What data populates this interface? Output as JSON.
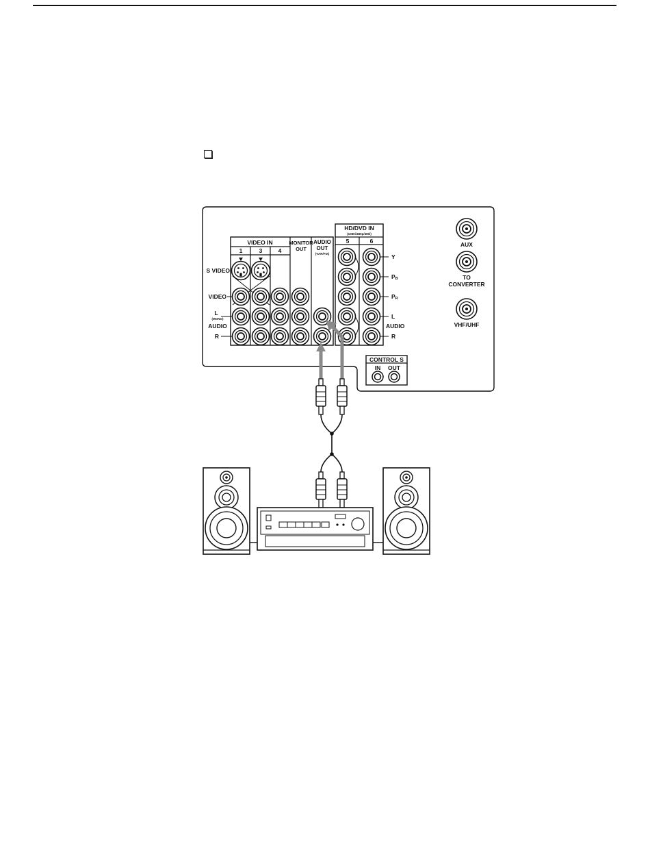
{
  "panel": {
    "video_in_header": "VIDEO IN",
    "video_in_inputs": [
      "1",
      "3",
      "4"
    ],
    "monitor_out": [
      "MONITOR",
      "OUT"
    ],
    "audio_out": [
      "AUDIO",
      "OUT",
      "(VAR/FIX)"
    ],
    "row_labels": {
      "s_video": "S VIDEO",
      "video": "VIDEO",
      "left": "L",
      "mono": "(MONO)",
      "audio": "AUDIO",
      "right": "R"
    },
    "hd_dvd_header": "HD/DVD IN",
    "hd_dvd_sub": "(1080i/480p/480i)",
    "hd_dvd_inputs": [
      "5",
      "6"
    ],
    "component_labels": {
      "y": "Y",
      "pb": "P",
      "pb_sub": "B",
      "pr": "P",
      "pr_sub": "R",
      "left": "L",
      "audio": "AUDIO",
      "right": "R"
    },
    "aux": "AUX",
    "to_converter": [
      "TO",
      "CONVERTER"
    ],
    "vhf_uhf": "VHF/UHF",
    "control_s": {
      "title": "CONTROL S",
      "in": "IN",
      "out": "OUT"
    }
  },
  "colors": {
    "line": "#111111",
    "cable_arrow": "#8a8a8a"
  }
}
